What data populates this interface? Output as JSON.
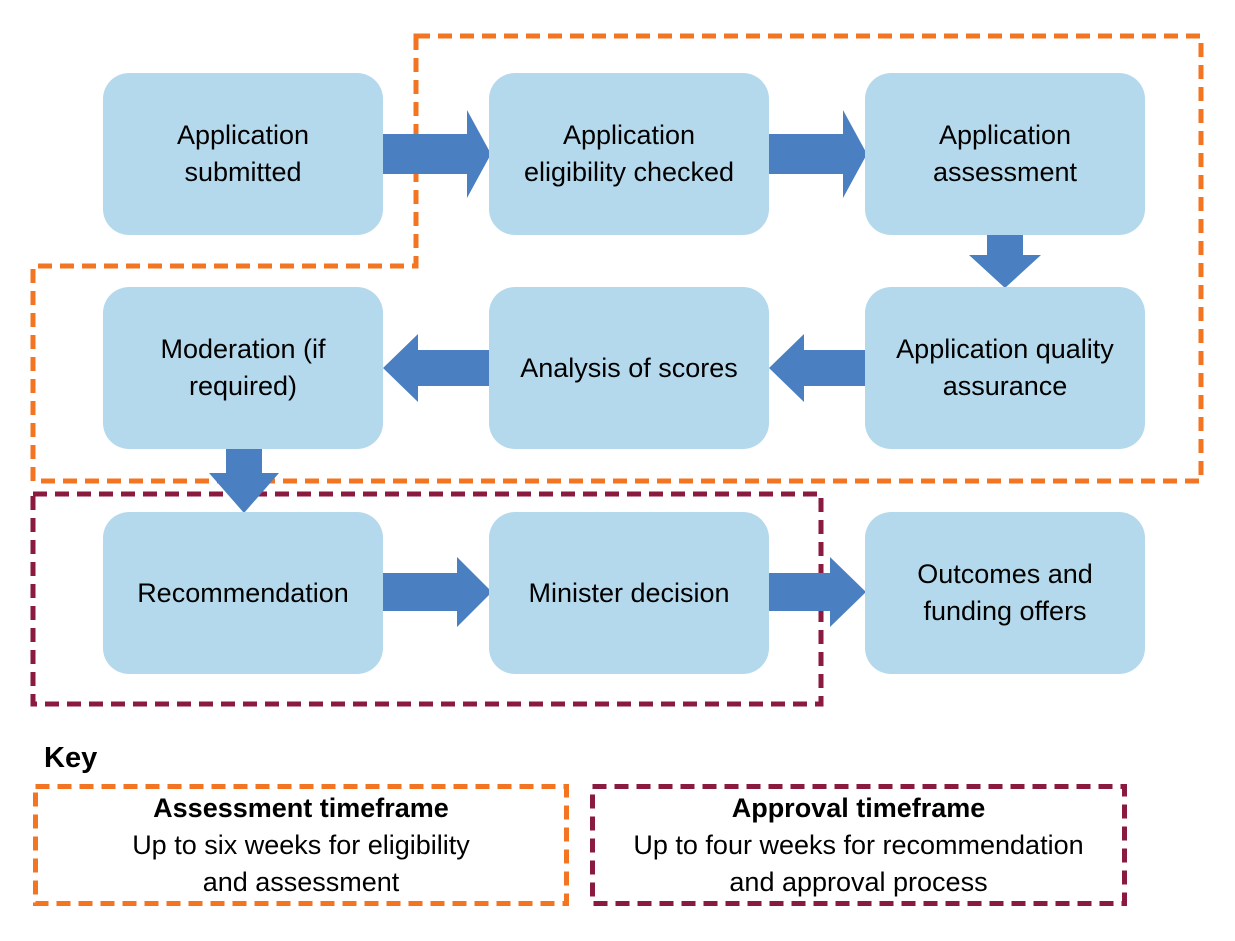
{
  "steps": {
    "submitted": {
      "line1": "Application",
      "line2": "submitted"
    },
    "eligibility": {
      "line1": "Application",
      "line2": "eligibility checked"
    },
    "assessment": {
      "line1": "Application",
      "line2": "assessment"
    },
    "quality": {
      "line1": "Application quality",
      "line2": "assurance"
    },
    "analysis": {
      "line1": "Analysis of scores"
    },
    "moderation": {
      "line1": "Moderation (if",
      "line2": "required)"
    },
    "recommendation": {
      "line1": "Recommendation"
    },
    "minister": {
      "line1": "Minister decision"
    },
    "outcomes": {
      "line1": "Outcomes and",
      "line2": "funding offers"
    }
  },
  "key": {
    "title": "Key",
    "assessment": {
      "heading": "Assessment timeframe",
      "line1": "Up to six weeks for eligibility",
      "line2": "and assessment"
    },
    "approval": {
      "heading": "Approval timeframe",
      "line1": "Up to four weeks for recommendation",
      "line2": "and approval process"
    }
  },
  "colors": {
    "box_fill": "#b4d9ec",
    "arrow": "#4a7fc1",
    "assessment_border": "#f47521",
    "approval_border": "#8b1a3f"
  }
}
